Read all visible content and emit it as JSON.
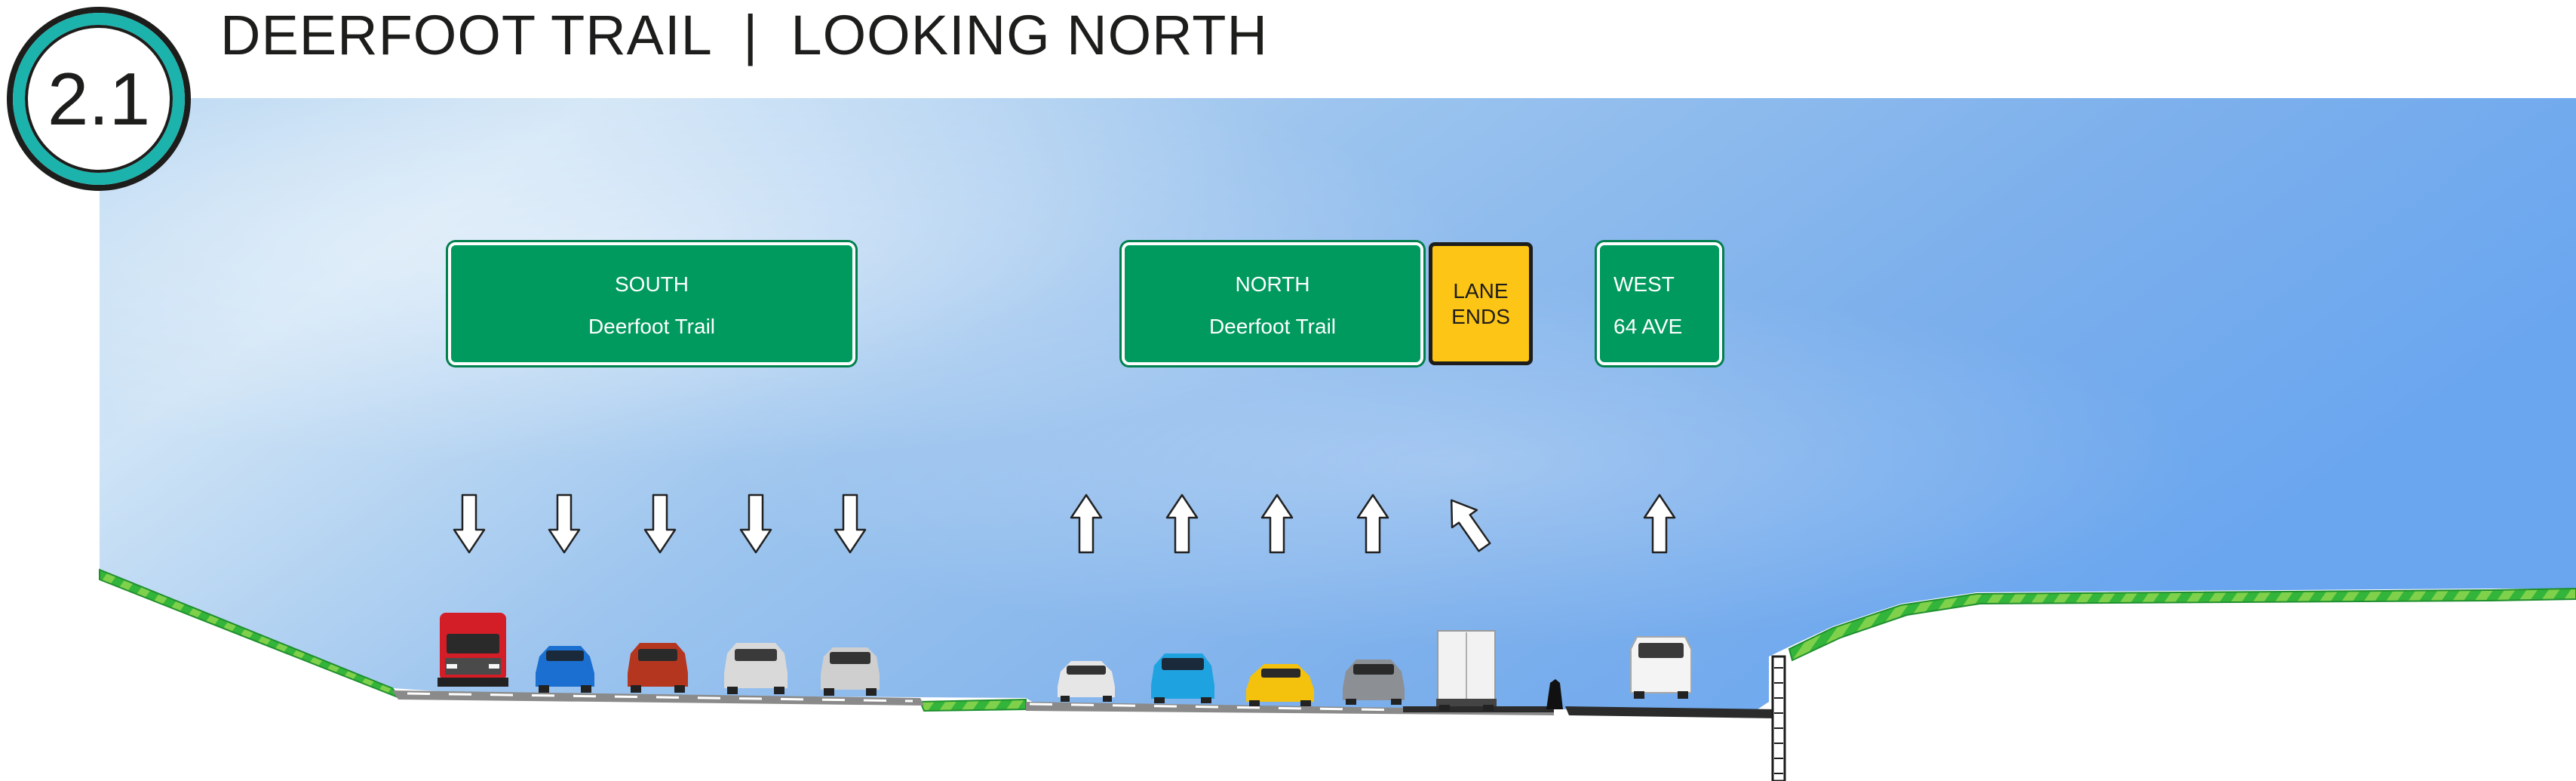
{
  "header": {
    "badge_number": "2.1",
    "title": "DEERFOOT TRAIL  |  LOOKING NORTH"
  },
  "signs": {
    "south": {
      "direction": "SOUTH",
      "route": "Deerfoot Trail"
    },
    "north": {
      "direction": "NORTH",
      "route": "Deerfoot Trail"
    },
    "lane_ends": {
      "line1": "LANE",
      "line2": "ENDS"
    },
    "west": {
      "direction": "WEST",
      "route": "64 AVE"
    }
  },
  "lanes": {
    "southbound": [
      "down",
      "down",
      "down",
      "down",
      "down"
    ],
    "northbound": [
      "up",
      "up",
      "up",
      "up",
      "up-left"
    ],
    "ramp": [
      "up"
    ]
  },
  "vehicles": [
    "red semi truck",
    "blue sedan",
    "orange SUV",
    "white SUV",
    "white SUV",
    "white sedan",
    "blue hatchback",
    "yellow sports car",
    "grey sedan",
    "box truck",
    "white van"
  ],
  "colors": {
    "sky_light": "#c3ddf3",
    "sky_mid": "#88b6e8",
    "sky_dark": "#6fa8ee",
    "badge_ring": "#1db3ad",
    "sign_green": "#009a5e",
    "sign_yellow": "#fdc515",
    "grass": "#3dbb3a",
    "road": "#8a8a8a"
  }
}
